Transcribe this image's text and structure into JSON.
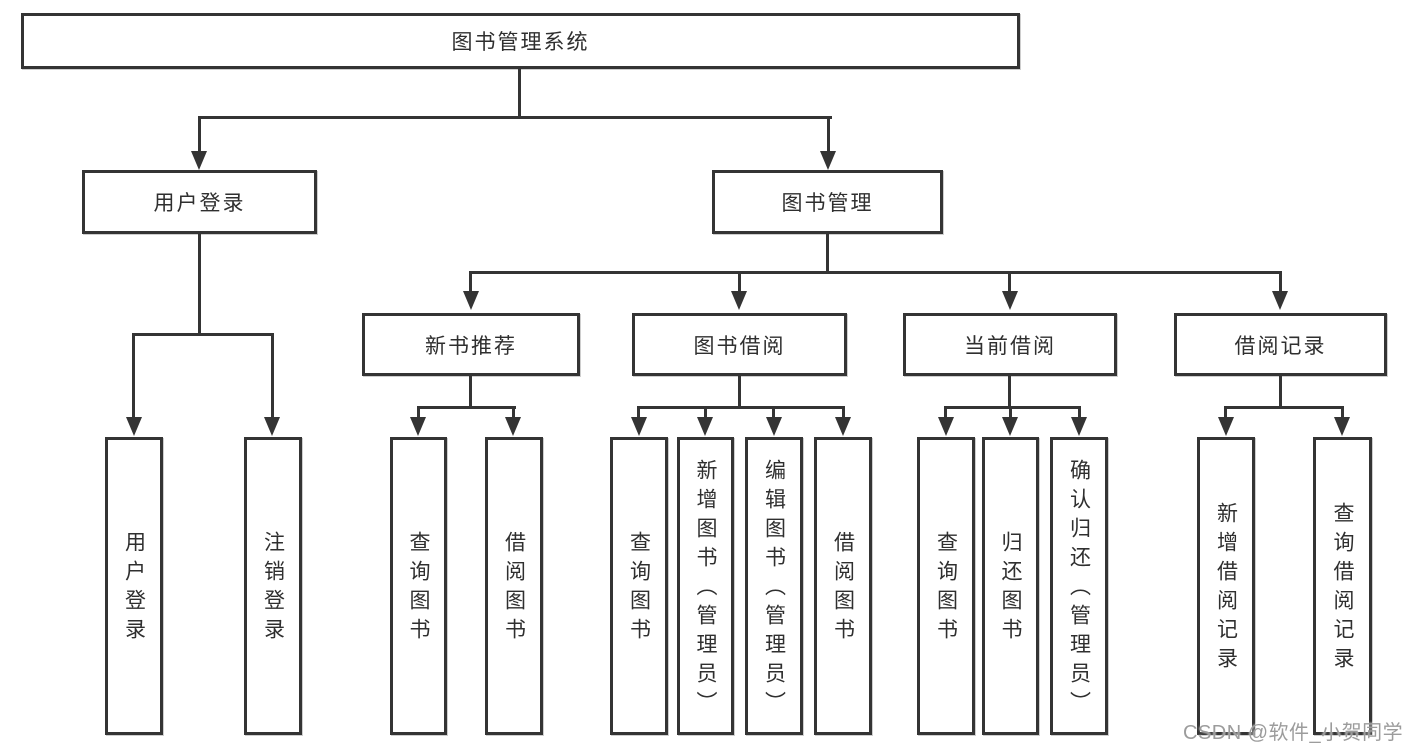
{
  "title": "图书管理系统",
  "tree": {
    "root": "图书管理系统",
    "children": [
      {
        "label": "用户登录",
        "children": [
          "用户登录",
          "注销登录"
        ]
      },
      {
        "label": "图书管理",
        "children": [
          {
            "label": "新书推荐",
            "children": [
              "查询图书",
              "借阅图书"
            ]
          },
          {
            "label": "图书借阅",
            "children": [
              "查询图书",
              "新增图书（管理员）",
              "编辑图书（管理员）",
              "借阅图书"
            ]
          },
          {
            "label": "当前借阅",
            "children": [
              "查询图书",
              "归还图书",
              "确认归还（管理员）"
            ]
          },
          {
            "label": "借阅记录",
            "children": [
              "新增借阅记录",
              "查询借阅记录"
            ]
          }
        ]
      }
    ]
  },
  "watermark": {
    "text": "CSDN @软件_小贺同学"
  },
  "colors": {
    "line": "#343434",
    "text": "#2f2f2f",
    "background": "#ffffff",
    "watermark": "#9c9c9c"
  }
}
